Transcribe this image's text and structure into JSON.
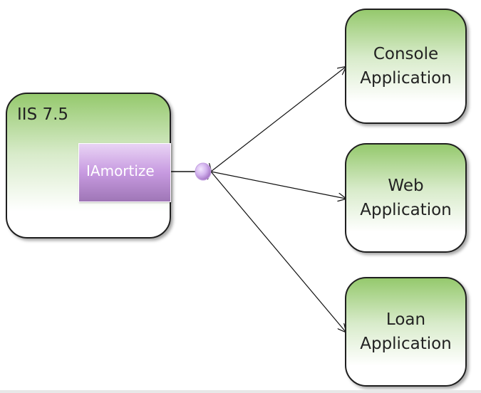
{
  "diagram": {
    "host": {
      "title": "IIS 7.5"
    },
    "interface": {
      "label": "IAmortize"
    },
    "clients": [
      {
        "line1": "Console",
        "line2": "Application"
      },
      {
        "line1": "Web",
        "line2": "Application"
      },
      {
        "line1": "Loan",
        "line2": "Application"
      }
    ]
  },
  "colors": {
    "box_green": "#95c96d",
    "interface_purple": "#c79ae0",
    "connector_dot": "#d3b4ee",
    "line": "#111111"
  }
}
